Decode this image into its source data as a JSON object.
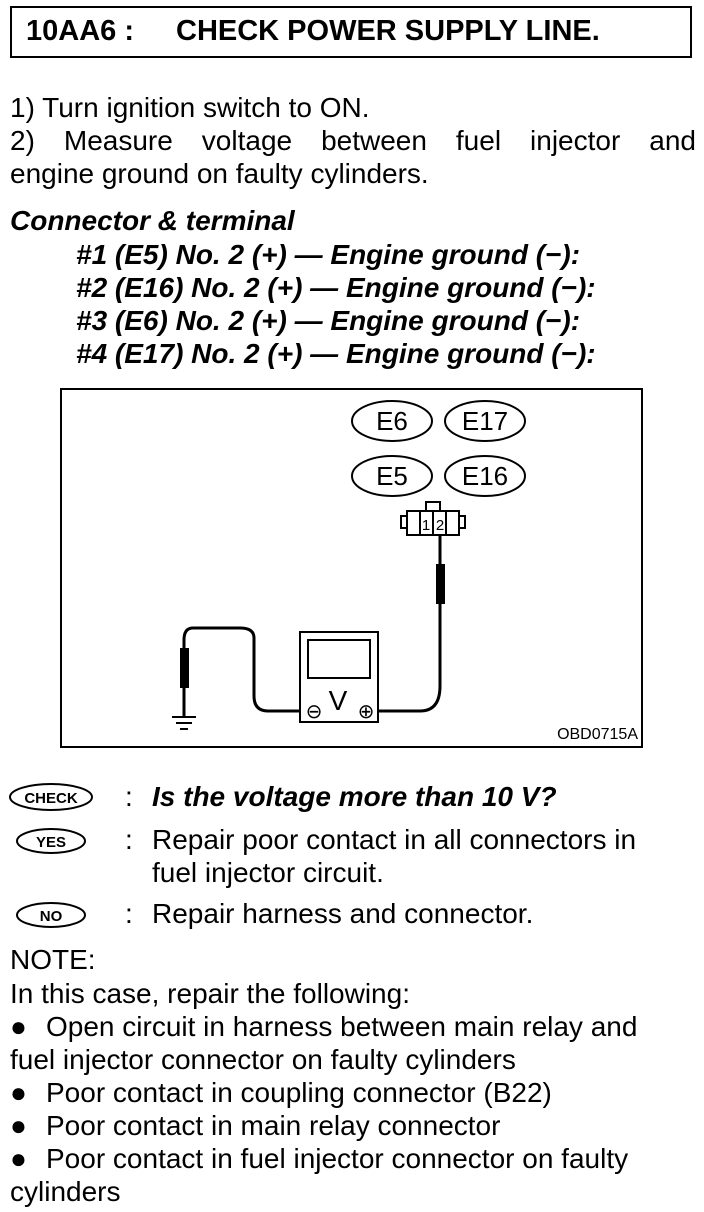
{
  "header": {
    "code": "10AA6 :",
    "title": "CHECK POWER SUPPLY LINE."
  },
  "steps": {
    "s1": "1) Turn ignition switch to ON.",
    "s2a": "2) Measure voltage between fuel injector and",
    "s2b": "engine ground on faulty cylinders."
  },
  "connector": {
    "heading": "Connector & terminal",
    "items": [
      "#1 (E5) No. 2 (+) — Engine ground (−):",
      "#2 (E16) No. 2 (+) — Engine ground (−):",
      "#3 (E6) No. 2 (+) — Engine ground (−):",
      "#4 (E17) No. 2 (+) — Engine ground (−):"
    ]
  },
  "diagram": {
    "connectors": [
      "E6",
      "E17",
      "E5",
      "E16"
    ],
    "pins": [
      "1",
      "2"
    ],
    "meter_symbol": "V",
    "minus": "⊖",
    "plus": "⊕",
    "figure_id": "OBD0715A"
  },
  "check": {
    "check_badge": "CHECK",
    "question": "Is the voltage more than 10 V?",
    "yes_badge": "YES",
    "yes_line1": "Repair poor contact in all connectors in",
    "yes_line2": "fuel injector circuit.",
    "no_badge": "NO",
    "no_text": "Repair harness and connector.",
    "colon": ":"
  },
  "note": {
    "label": "NOTE:",
    "intro": "In this case, repair the following:",
    "b1a": "Open circuit in harness between main relay and",
    "b1b": "fuel injector connector on faulty cylinders",
    "b2": "Poor contact in coupling connector (B22)",
    "b3": "Poor contact in main relay connector",
    "b4a": "Poor contact in fuel injector connector on faulty",
    "b4b": "cylinders",
    "bullet": "●"
  }
}
